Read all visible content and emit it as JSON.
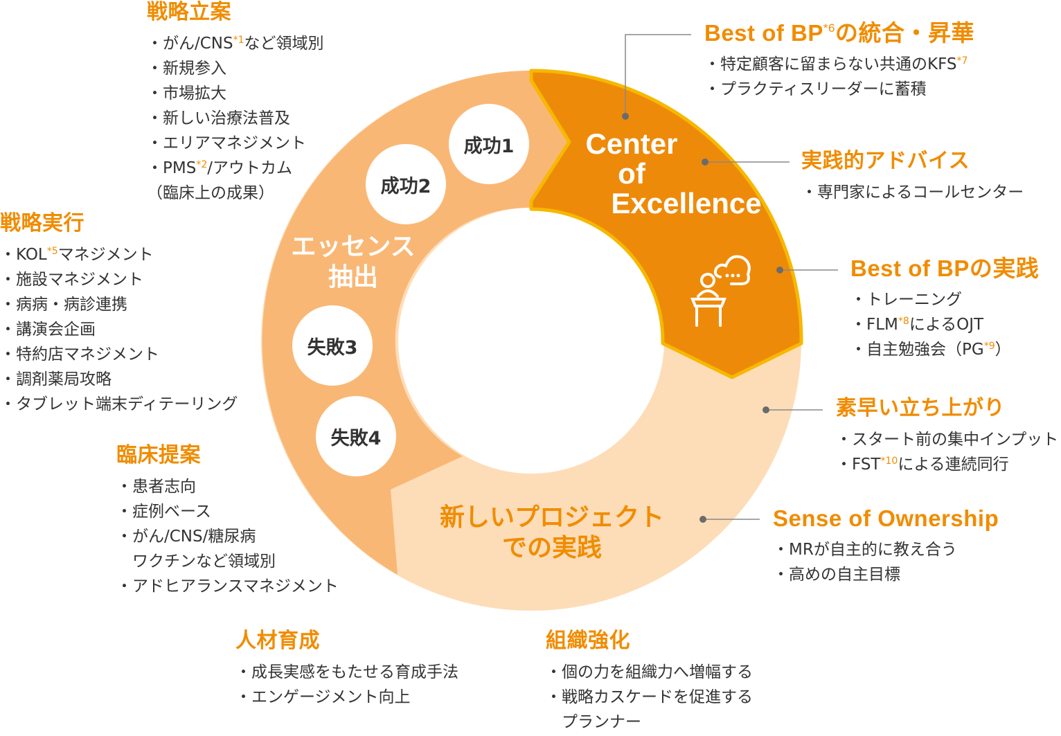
{
  "colors": {
    "accent": "#F08C00",
    "segment_left": "#F9B775",
    "segment_coe": "#EE8A0A",
    "segment_coe_border": "#F6B800",
    "segment_new": "#FDDDB8",
    "text": "#333333",
    "leader": "#777777"
  },
  "ring": {
    "essence_label_1": "エッセンス",
    "essence_label_2": "抽出",
    "coe_label_1": "Center",
    "coe_label_2": "of",
    "coe_label_3": "Excellence",
    "coe_icon": "presenter-cloud-icon",
    "new_project_1": "新しいプロジェクト",
    "new_project_2": "での実践",
    "circles": [
      "成功1",
      "成功2",
      "失敗3",
      "失敗4"
    ]
  },
  "blocks": [
    {
      "id": "strategy-planning",
      "heading": "戦略立案",
      "items": [
        {
          "t": "・がん/CNS",
          "s": "*1",
          "r": "など領域別"
        },
        {
          "t": "・新規参入"
        },
        {
          "t": "・市場拡大"
        },
        {
          "t": "・新しい治療法普及"
        },
        {
          "t": "・エリアマネジメント"
        },
        {
          "t": "・PMS",
          "s": "*2",
          "r": "/アウトカム"
        },
        {
          "t": "（臨床上の成果）"
        }
      ]
    },
    {
      "id": "strategy-execution",
      "heading": "戦略実行",
      "items": [
        {
          "t": "・KOL",
          "s": "*5",
          "r": "マネジメント"
        },
        {
          "t": "・施設マネジメント"
        },
        {
          "t": "・病病・病診連携"
        },
        {
          "t": "・講演会企画"
        },
        {
          "t": "・特約店マネジメント"
        },
        {
          "t": "・調剤薬局攻略"
        },
        {
          "t": "・タブレット端末ディテーリング"
        }
      ]
    },
    {
      "id": "clinical-proposal",
      "heading": "臨床提案",
      "items": [
        {
          "t": "・患者志向"
        },
        {
          "t": "・症例ベース"
        },
        {
          "t": "・がん/CNS/糖尿病"
        },
        {
          "t": "　ワクチンなど領域別"
        },
        {
          "t": "・アドヒアランスマネジメント"
        }
      ]
    },
    {
      "id": "talent-development",
      "heading": "人材育成",
      "items": [
        {
          "t": "・成長実感をもたせる育成手法"
        },
        {
          "t": "・エンゲージメント向上"
        }
      ]
    },
    {
      "id": "organization-strengthening",
      "heading": "組織強化",
      "items": [
        {
          "t": "・個の力を組織力へ増幅する"
        },
        {
          "t": "・戦略カスケードを促進する"
        },
        {
          "t": "　プランナー"
        }
      ]
    },
    {
      "id": "best-of-bp-integration",
      "heading": "Best of BP",
      "heading_sup": "*6",
      "heading_rest": "の統合・昇華",
      "items": [
        {
          "t": "・特定顧客に留まらない共通のKFS",
          "s": "*7"
        },
        {
          "t": "・プラクティスリーダーに蓄積"
        }
      ]
    },
    {
      "id": "practical-advice",
      "heading": "実践的アドバイス",
      "items": [
        {
          "t": "・専門家によるコールセンター"
        }
      ]
    },
    {
      "id": "best-of-bp-practice",
      "heading": "Best of BPの実践",
      "items": [
        {
          "t": "・トレーニング"
        },
        {
          "t": "・FLM",
          "s": "*8",
          "r": "によるOJT"
        },
        {
          "t": "・自主勉強会（PG",
          "s": "*9",
          "r": "）"
        }
      ]
    },
    {
      "id": "quick-startup",
      "heading": "素早い立ち上がり",
      "items": [
        {
          "t": "・スタート前の集中インプット"
        },
        {
          "t": "・FST",
          "s": "*10",
          "r": "による連続同行"
        }
      ]
    },
    {
      "id": "sense-of-ownership",
      "heading": "Sense of Ownership",
      "items": [
        {
          "t": "・MRが自主的に教え合う"
        },
        {
          "t": "・高めの自主目標"
        }
      ]
    }
  ]
}
